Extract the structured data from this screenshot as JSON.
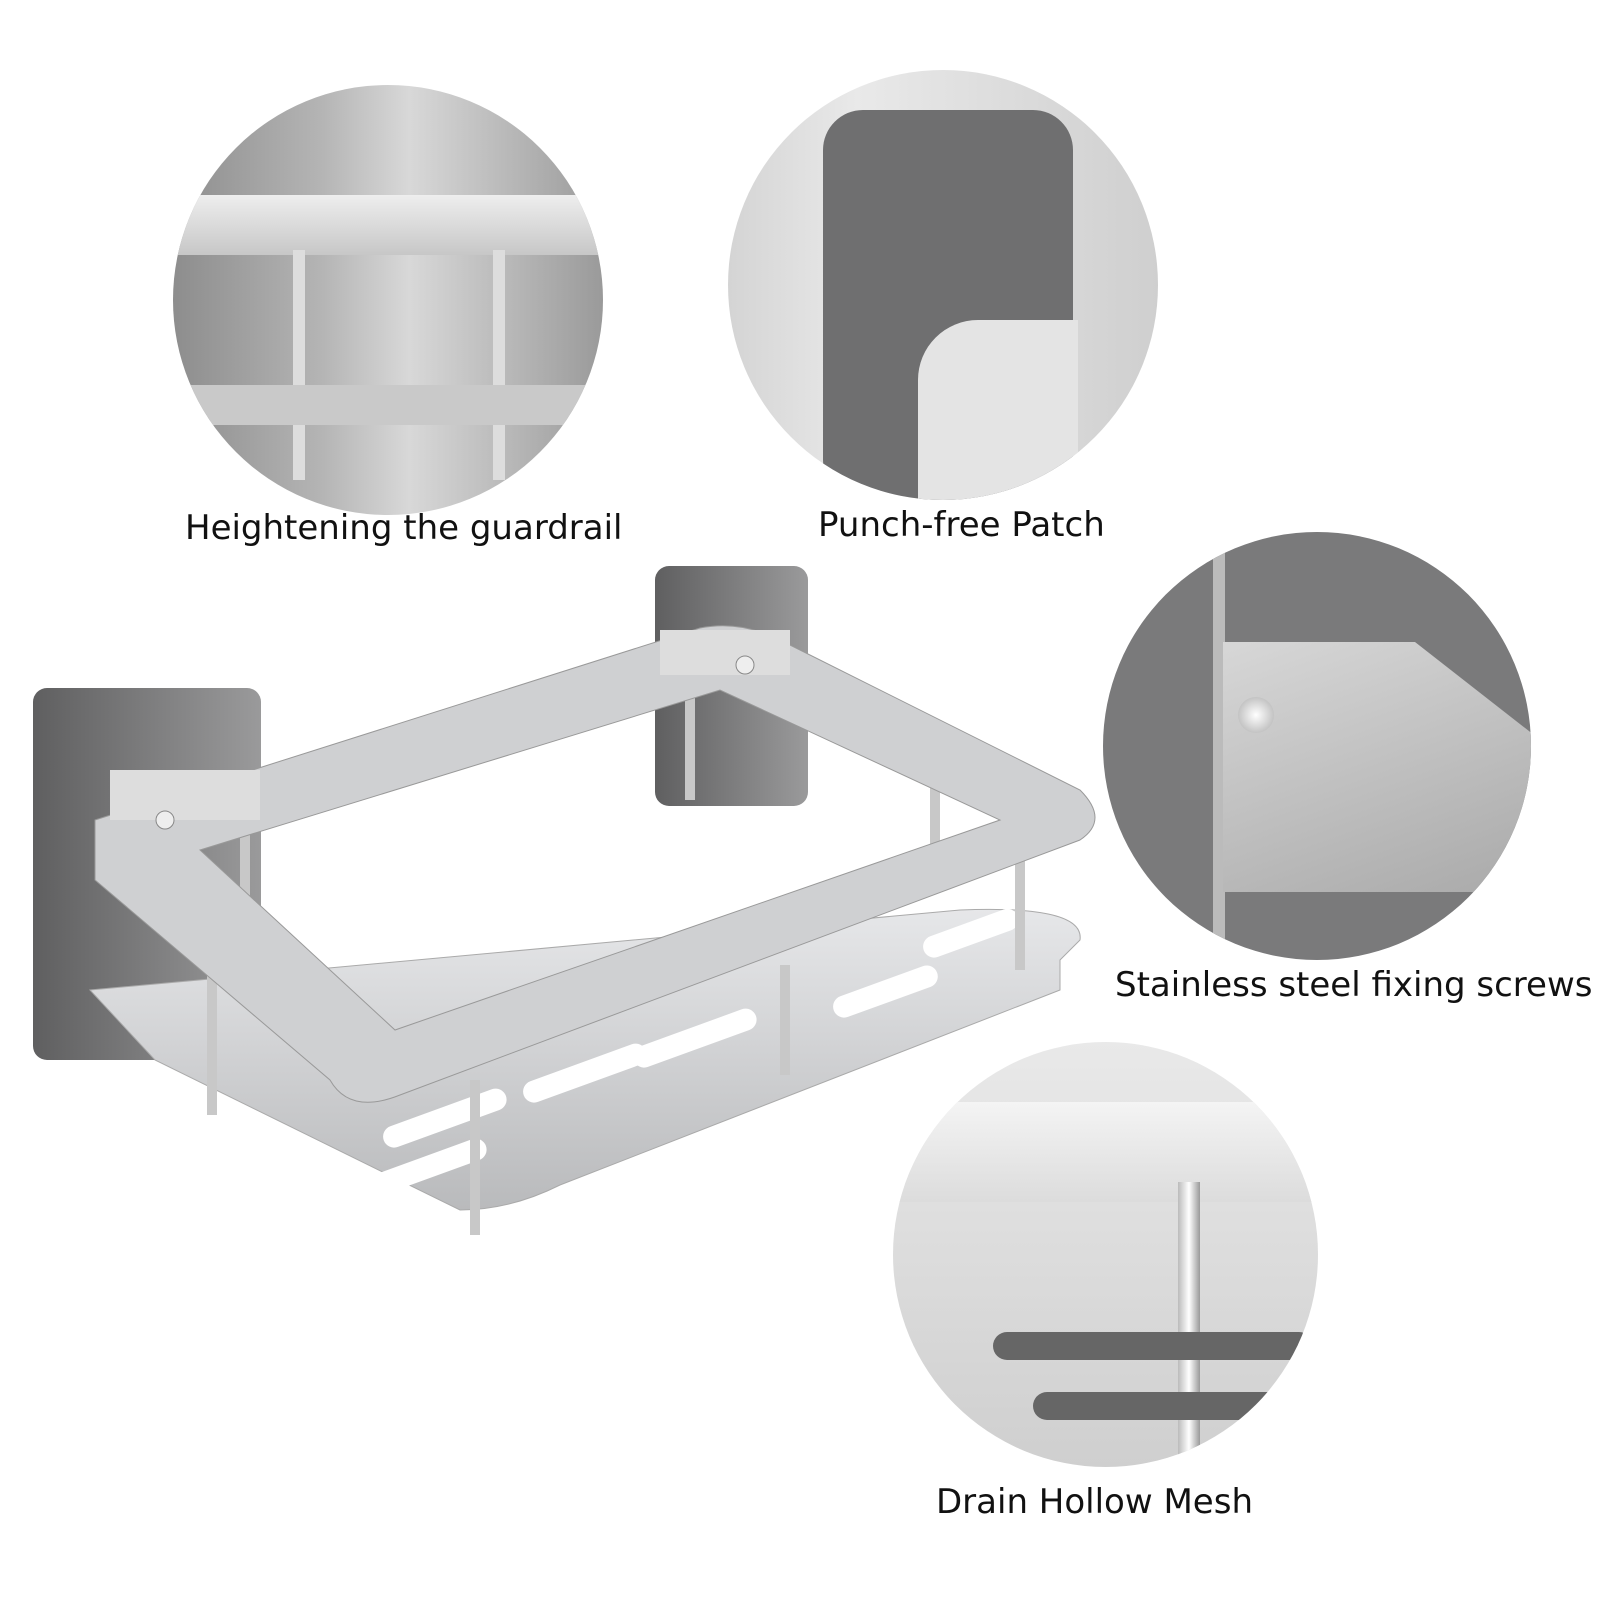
{
  "features": [
    {
      "caption": "Heightening the guardrail"
    },
    {
      "caption": "Punch-free Patch"
    },
    {
      "caption": "Stainless steel fixing screws"
    },
    {
      "caption": "Drain Hollow Mesh"
    }
  ],
  "colors": {
    "metal": "#c9cacc",
    "dark_metal": "#6f6f70",
    "background": "#ffffff"
  }
}
